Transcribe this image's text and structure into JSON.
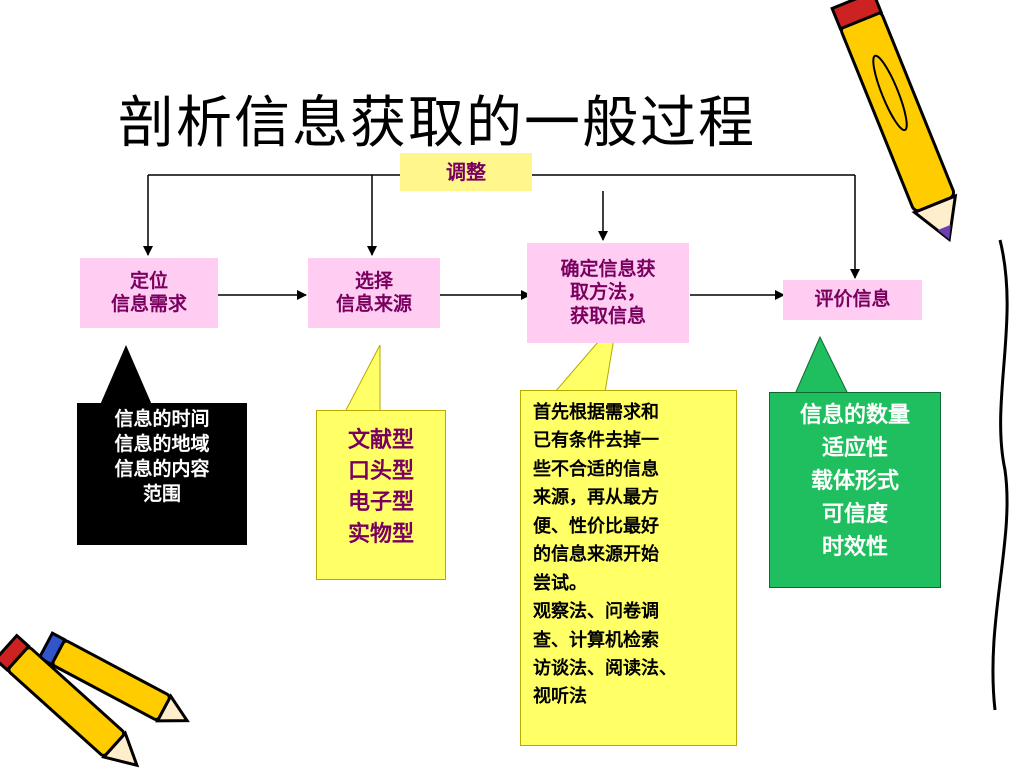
{
  "title": "剖析信息获取的一般过程",
  "adjust_label": "调整",
  "steps": [
    {
      "lines": [
        "定位",
        "信息需求"
      ]
    },
    {
      "lines": [
        "选择",
        "信息来源"
      ]
    },
    {
      "lines": [
        "确定信息获",
        "取方法，",
        "获取信息"
      ]
    },
    {
      "lines": [
        "评价信息"
      ]
    }
  ],
  "callouts": {
    "need": [
      "信息的时间",
      "信息的地域",
      "信息的内容",
      "范围"
    ],
    "source": [
      "文献型",
      "口头型",
      "电子型",
      "实物型"
    ],
    "method": [
      "首先根据需求和",
      "已有条件去掉一",
      "些不合适的信息",
      "来源，再从最方",
      "便、性价比最好",
      "的信息来源开始",
      "尝试。",
      "观察法、问卷调",
      "查、计算机检索",
      "访谈法、阅读法、",
      "视听法"
    ],
    "evaluate": [
      "信息的数量",
      "适应性",
      "载体形式",
      "可信度",
      "时效性"
    ]
  },
  "colors": {
    "step_fill": "#ffccf2",
    "step_text": "#7a0060",
    "adjust_fill": "#fff68c",
    "need_fill": "#000000",
    "source_fill": "#ffff66",
    "method_fill": "#ffff66",
    "evaluate_fill": "#1fbf5f"
  },
  "icons": [
    "pencil-icon",
    "pencil-icon",
    "pencil-icon"
  ]
}
